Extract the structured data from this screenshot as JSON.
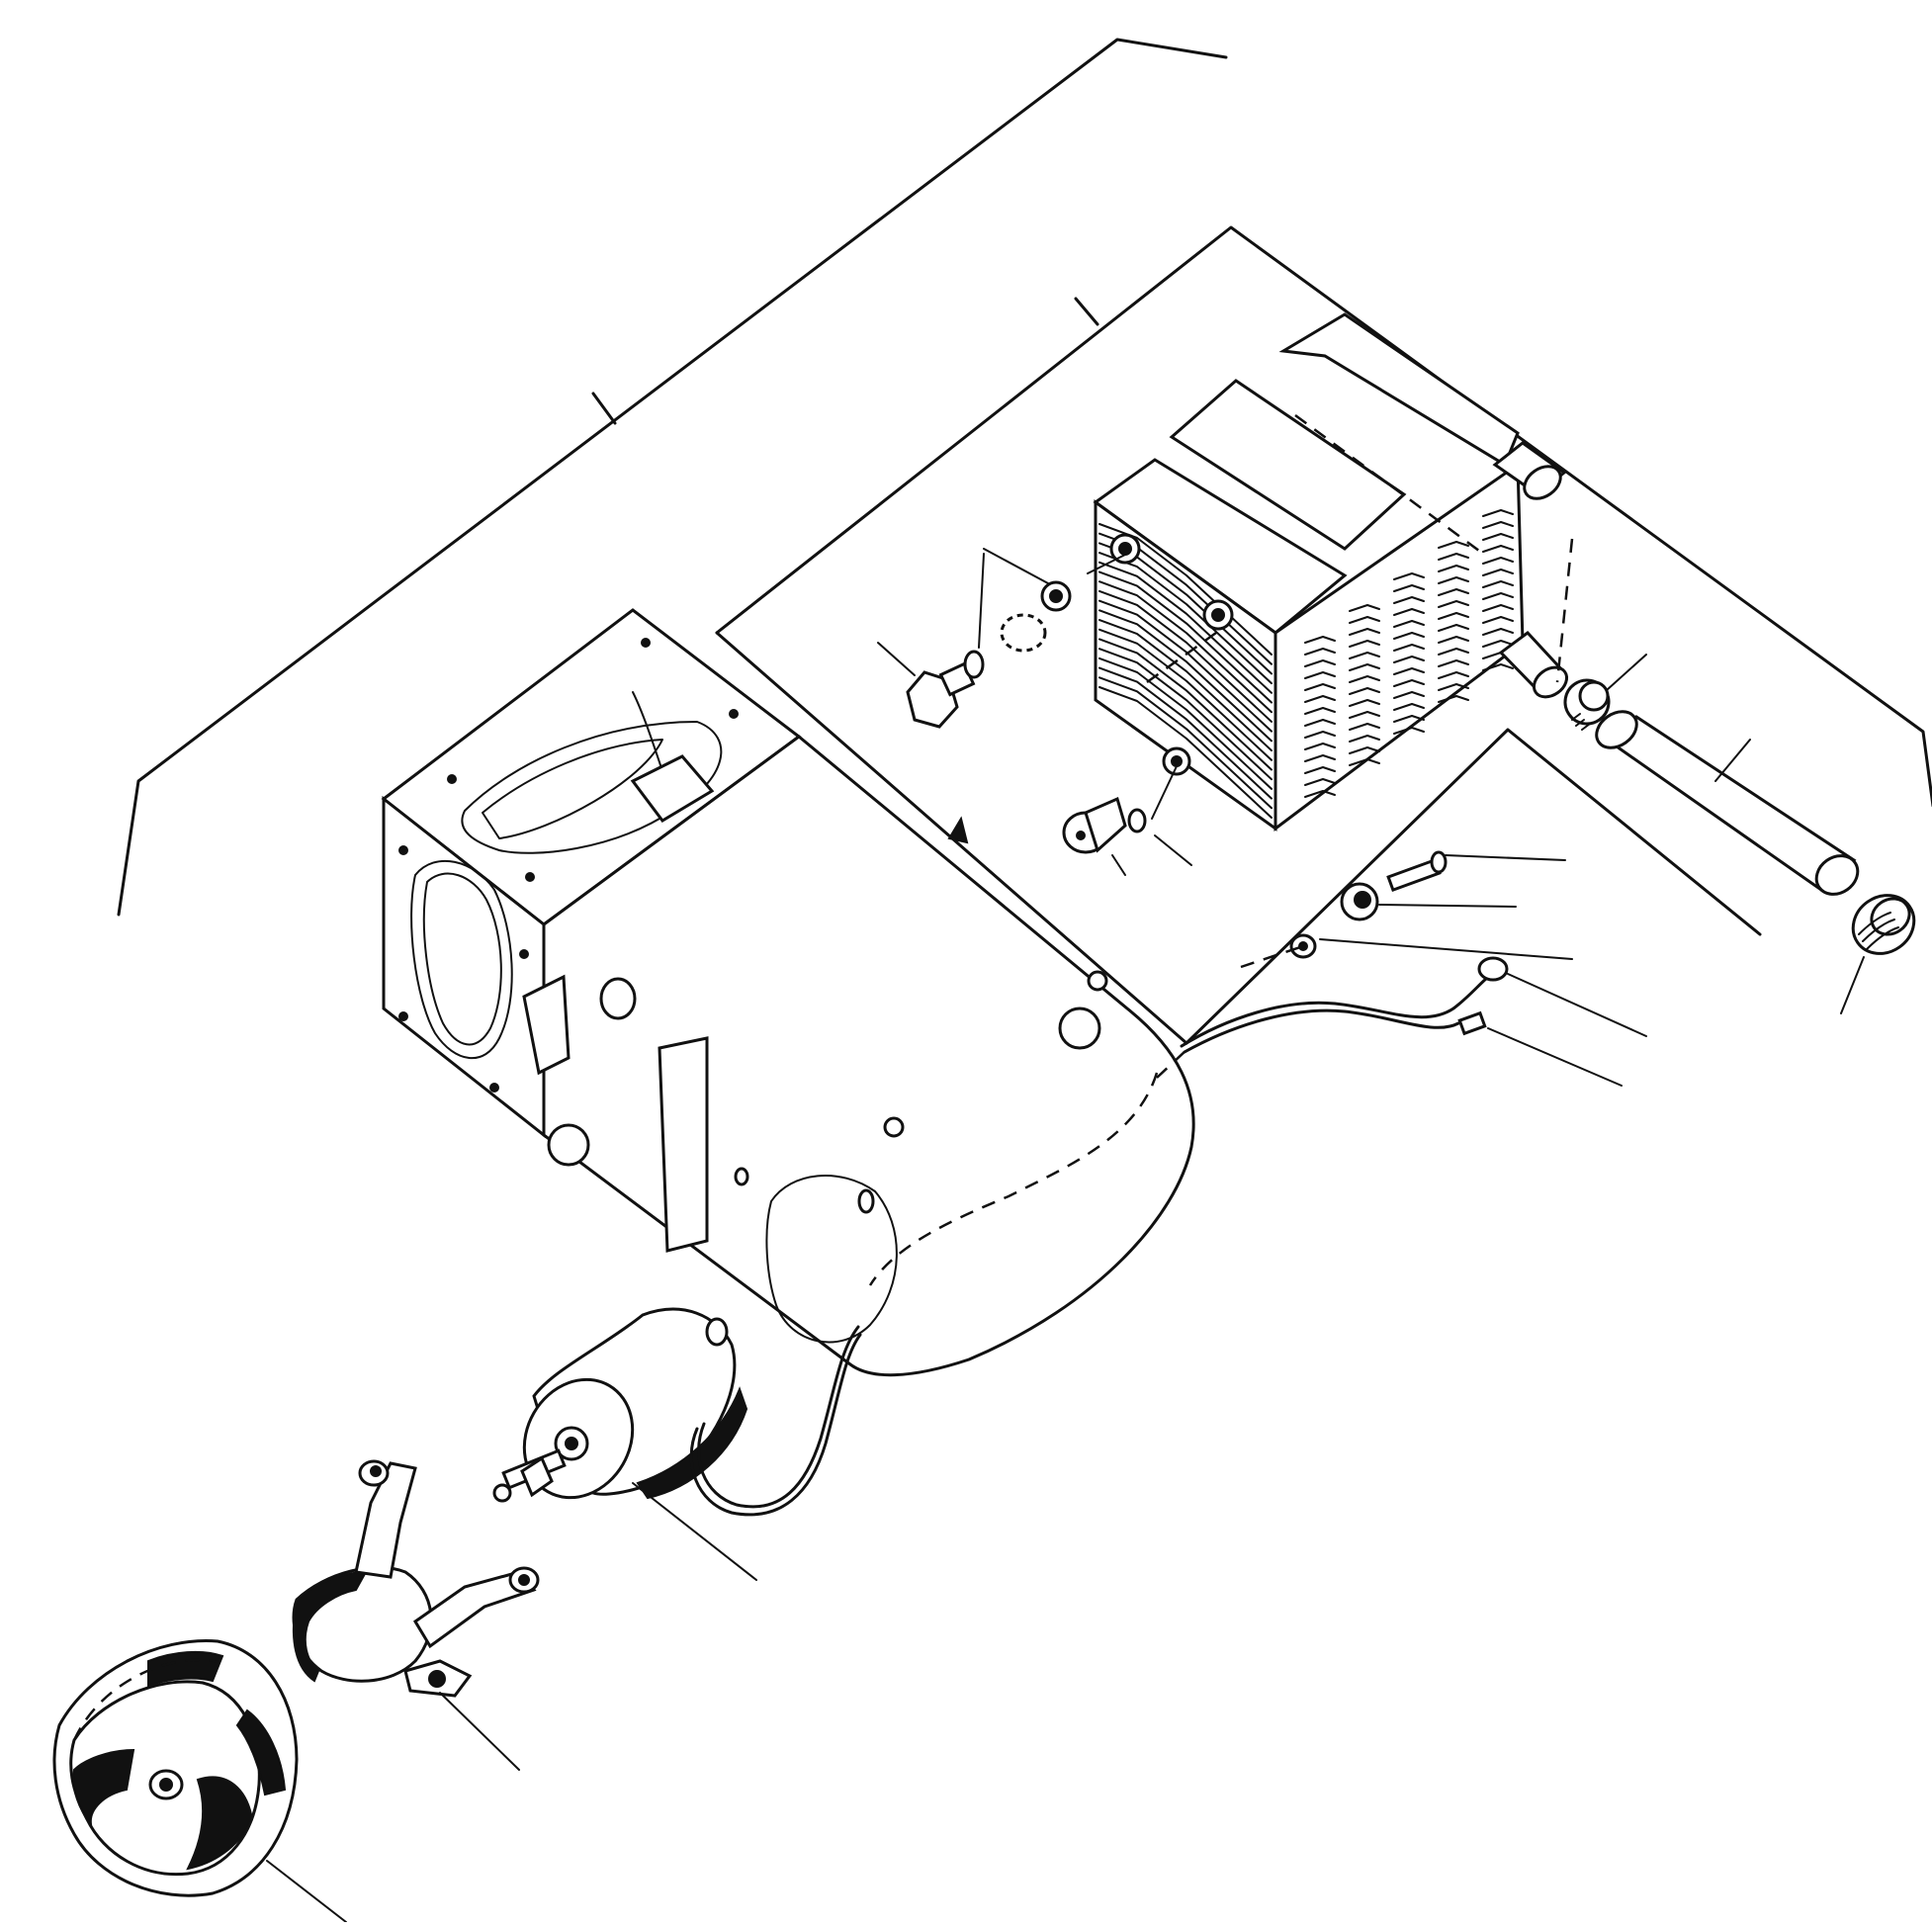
{
  "figure": {
    "colors": {
      "line": "#111111",
      "background": "#ffffff"
    },
    "parts": [
      "housing",
      "heater-core",
      "motor",
      "motor-bracket",
      "blower-wheel",
      "hose",
      "hose-clamp",
      "grommet",
      "drain-plug",
      "vent-screw",
      "o-ring",
      "screw",
      "bushing",
      "wire-harness"
    ]
  }
}
